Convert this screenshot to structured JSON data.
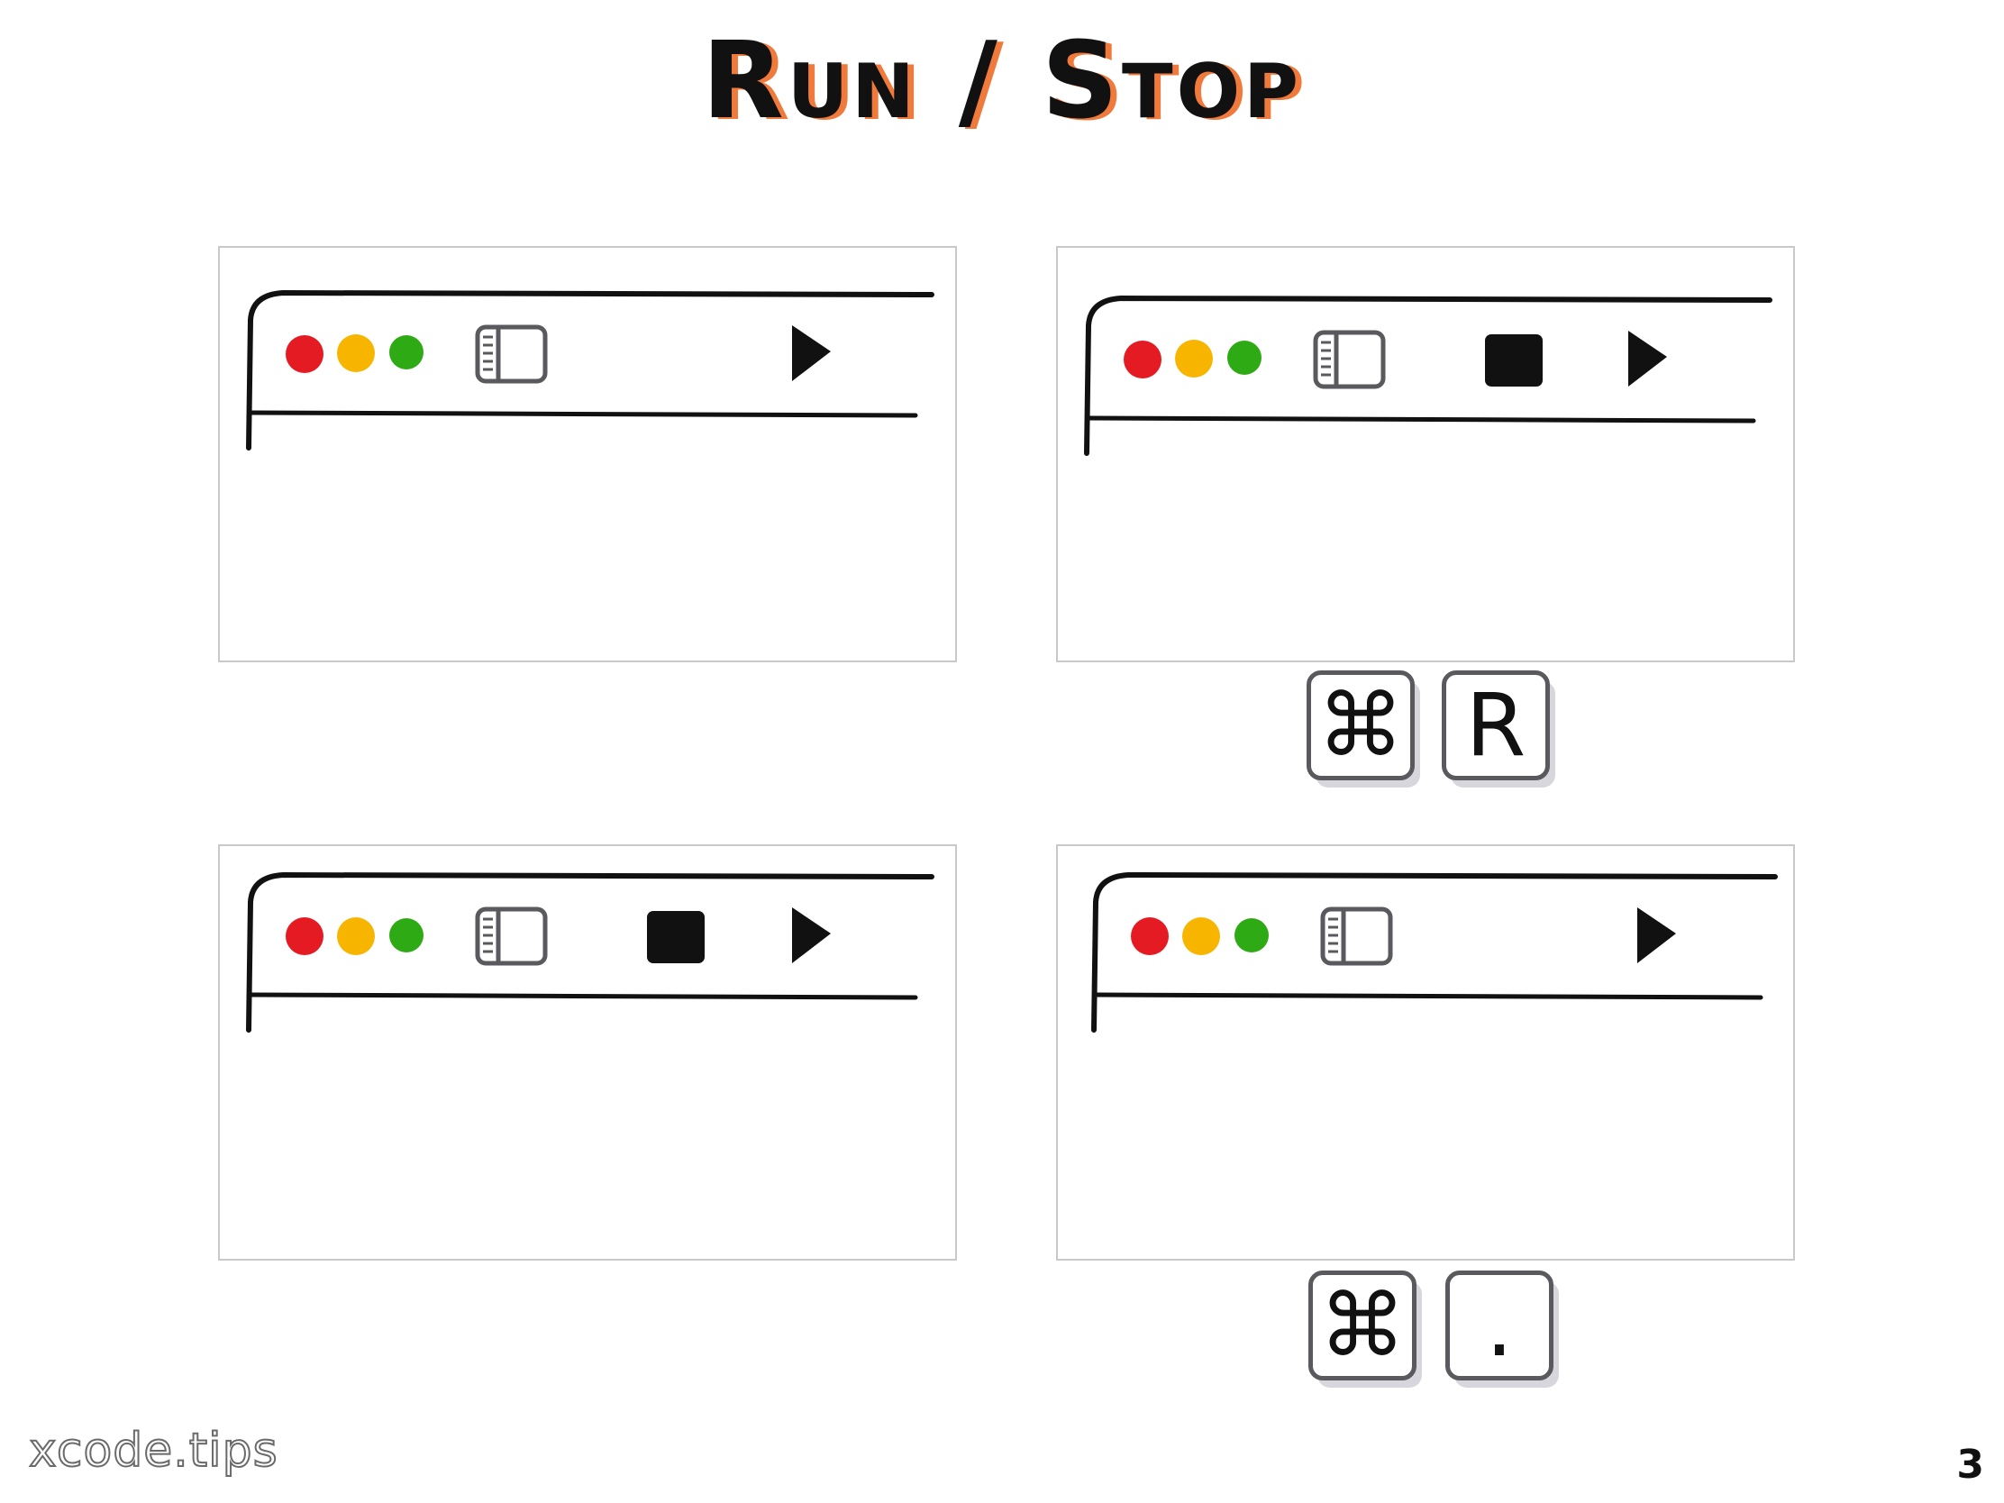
{
  "title": "Run / Stop",
  "colors": {
    "traffic_red": "#e51b24",
    "traffic_yellow": "#f7b500",
    "traffic_green": "#2eaa14",
    "title_accent": "#f07a3c"
  },
  "panels": [
    {
      "id": "top-left",
      "buttons": [
        "run-icon"
      ]
    },
    {
      "id": "top-right",
      "buttons": [
        "stop-icon",
        "run-icon"
      ]
    },
    {
      "id": "bottom-left",
      "buttons": [
        "stop-icon",
        "run-icon"
      ]
    },
    {
      "id": "bottom-right",
      "buttons": [
        "run-icon"
      ]
    }
  ],
  "shortcuts": {
    "run": {
      "modifier": "⌘",
      "key": "R"
    },
    "stop": {
      "modifier": "⌘",
      "key": "."
    }
  },
  "footer": {
    "brand": "xcode.tips",
    "page_number": "3"
  }
}
